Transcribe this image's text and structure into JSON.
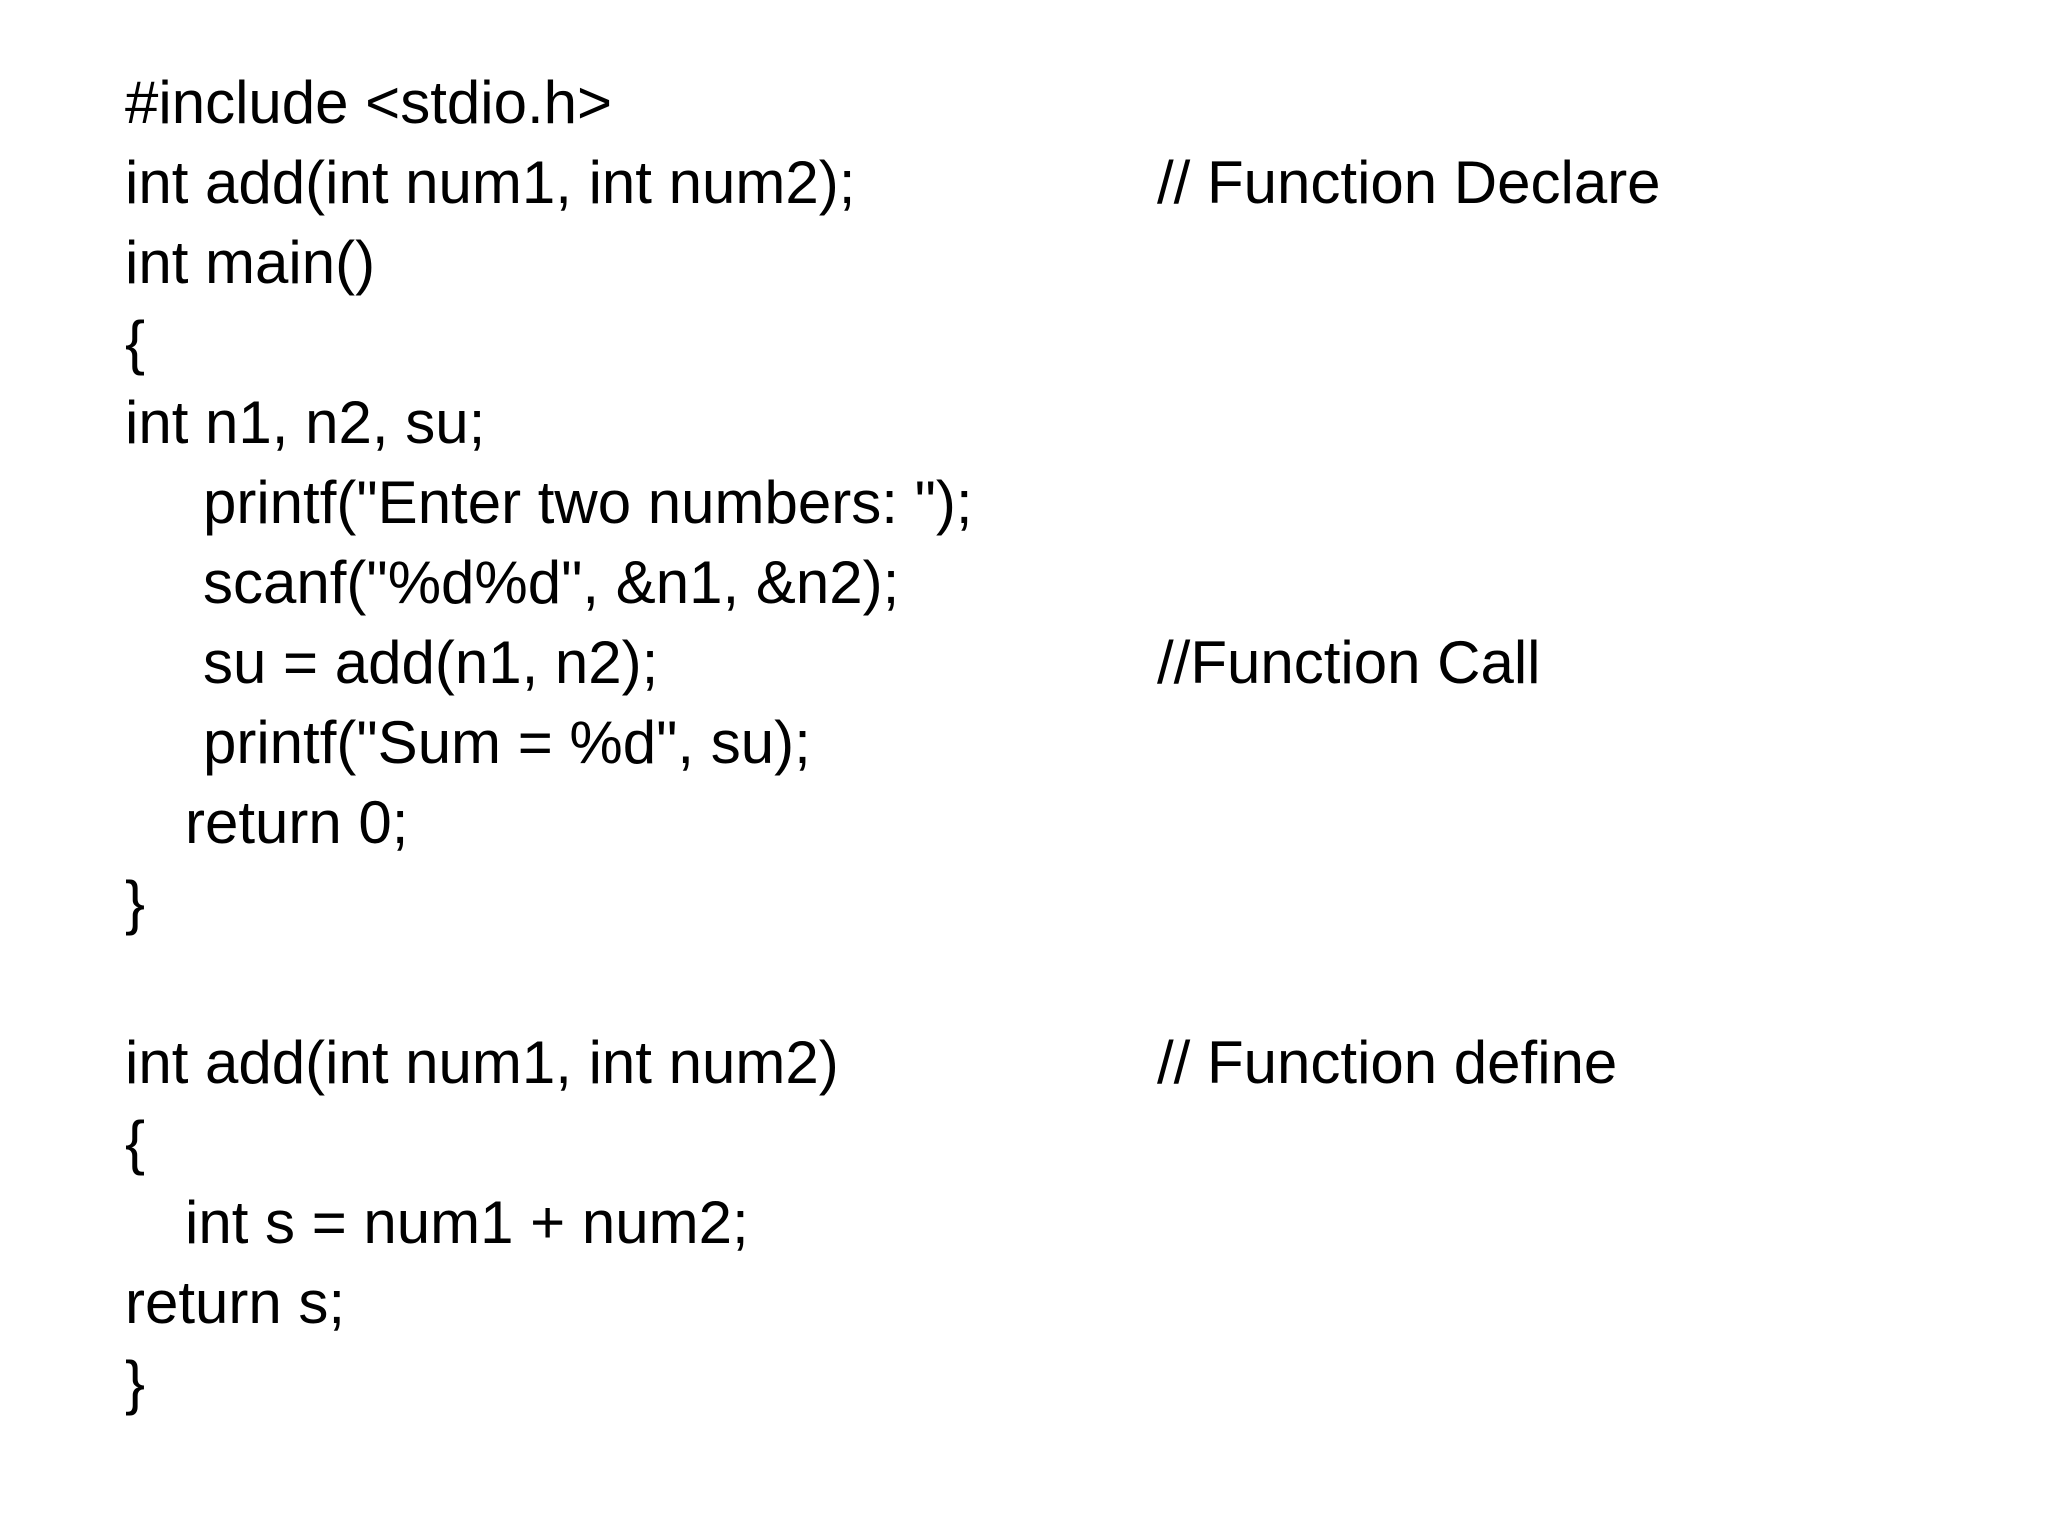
{
  "slide": {
    "code_lines": [
      "#include <stdio.h>",
      "int add(int num1, int num2);",
      "int main()",
      "{",
      "int n1, n2, su;",
      "printf(\"Enter two numbers: \");",
      "scanf(\"%d%d\", &n1, &n2);",
      "su = add(n1, n2);",
      "printf(\"Sum = %d\", su);",
      "return 0;",
      "}",
      "int add(int num1, int num2)",
      "{",
      "int s = num1 + num2;",
      "return s;",
      "}"
    ],
    "comments": [
      "// Function Declare",
      "//Function Call",
      "// Function define"
    ]
  }
}
